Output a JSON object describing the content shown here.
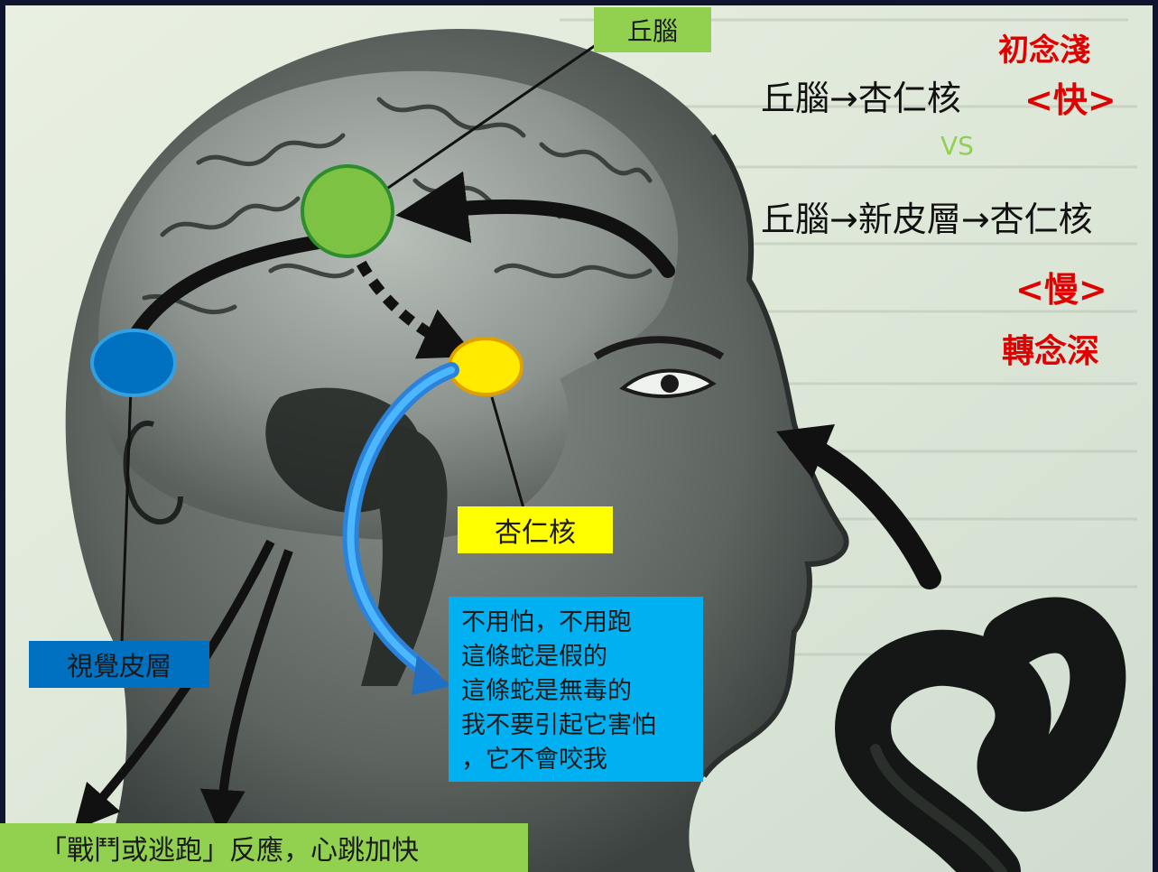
{
  "labels": {
    "thalamus": "丘腦",
    "amygdala": "杏仁核",
    "visual_cortex": "視覺皮層",
    "response": "「戰鬥或逃跑」反應，心跳加快"
  },
  "callout_lines": [
    "不用怕，不用跑",
    "這條蛇是假的",
    "這條蛇是無毒的",
    "我不要引起它害怕",
    "，它不會咬我"
  ],
  "paths": {
    "fast": "丘腦→杏仁核",
    "vs": "VS",
    "slow": "丘腦→新皮層→杏仁核"
  },
  "annotations": {
    "first_thought": "初念淺",
    "fast": "<快>",
    "slow": "<慢>",
    "deep_thought": "轉念深"
  },
  "colors": {
    "thalamus": "#7dc242",
    "amygdala": "#ffea00",
    "visual_cortex": "#0070c0",
    "callout": "#00b0f0",
    "accent_red": "#e00000",
    "background": "#0f1530"
  },
  "icons": {
    "thalamus_marker": "green-circle",
    "amygdala_marker": "yellow-circle",
    "visual_cortex_marker": "blue-circle",
    "illustration": "head-brain-snake-drawing"
  }
}
